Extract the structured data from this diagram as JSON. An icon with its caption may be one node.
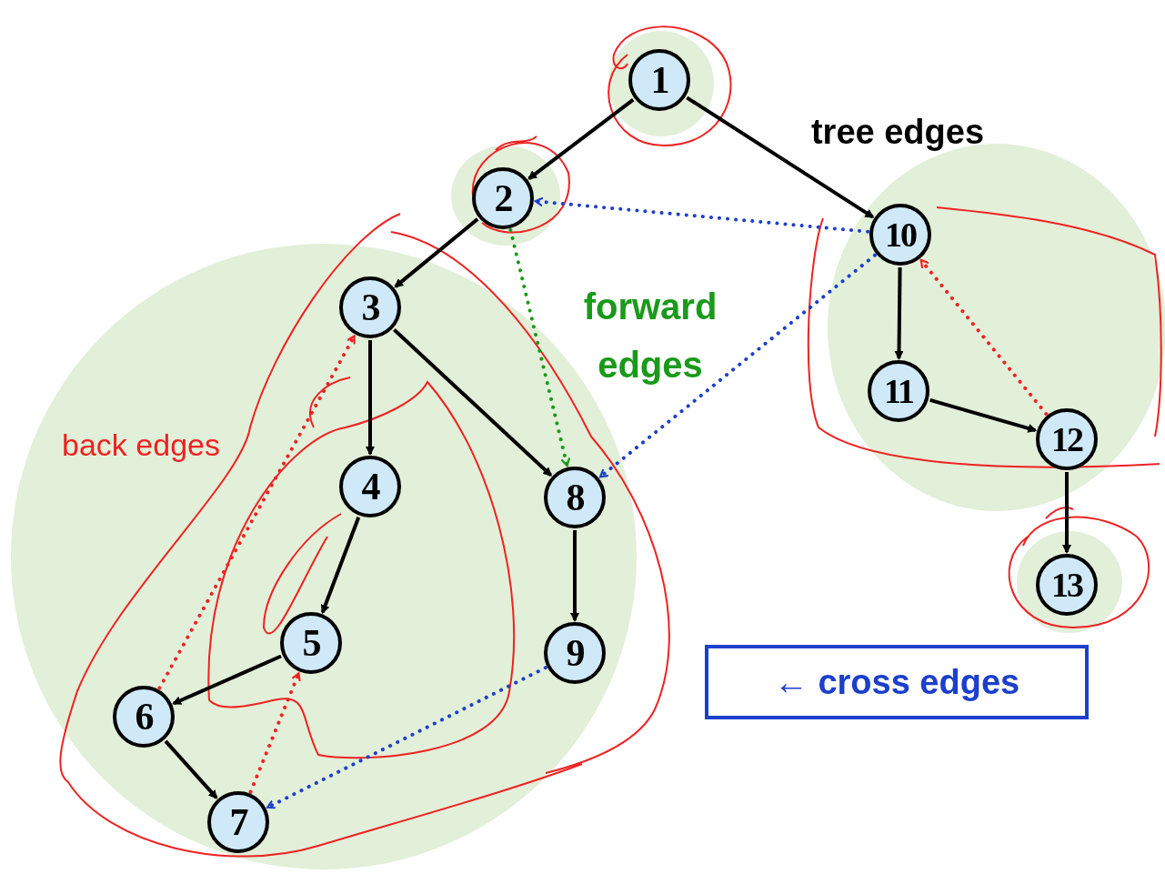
{
  "diagram": {
    "nodes": [
      {
        "text": [],
        "shape": "circle"
      },
      {
        "text": [
          "1"
        ],
        "in": 0
      },
      {
        "text": [],
        "shape": "circle"
      },
      {
        "text": [
          "2"
        ],
        "in": 2
      },
      {
        "text": [],
        "shape": "circle"
      },
      {
        "text": [
          "3"
        ],
        "in": 4
      },
      {
        "text": [
          "4"
        ],
        "in": 4
      },
      {
        "text": [
          "5"
        ],
        "in": 4
      },
      {
        "text": [
          "6"
        ],
        "in": 4
      },
      {
        "text": [
          "7"
        ],
        "in": 4
      },
      {
        "text": [
          "8"
        ],
        "in": 4
      },
      {
        "text": [
          "9"
        ],
        "in": 4
      },
      {
        "text": [],
        "shape": "circle"
      },
      {
        "text": [
          "10"
        ],
        "in": 12
      },
      {
        "text": [
          "11"
        ],
        "in": 12
      },
      {
        "text": [
          "12"
        ],
        "in": 12
      },
      {
        "text": [],
        "shape": "circle"
      },
      {
        "text": [
          "13"
        ],
        "in": 16
      },
      {
        "text": [
          "← cross edges"
        ]
      }
    ],
    "edges": [
      {
        "from": 1,
        "to": 3,
        "arrow": "to"
      },
      {
        "from": 1,
        "to": 13,
        "arrow": "to"
      },
      {
        "from": 3,
        "to": 5,
        "arrow": "to"
      },
      {
        "from": 5,
        "to": 6,
        "arrow": "to"
      },
      {
        "from": 5,
        "to": 10,
        "arrow": "to"
      },
      {
        "from": 6,
        "to": 7,
        "arrow": "to"
      },
      {
        "from": 7,
        "to": 8,
        "arrow": "to"
      },
      {
        "from": 8,
        "to": 9,
        "arrow": "to"
      },
      {
        "from": 10,
        "to": 11,
        "arrow": "to"
      },
      {
        "from": 13,
        "to": 14,
        "arrow": "to"
      },
      {
        "from": 14,
        "to": 15,
        "arrow": "to"
      },
      {
        "from": 15,
        "to": 17,
        "arrow": "to"
      },
      {
        "from": 3,
        "to": 10,
        "arrow": "to",
        "style": "dashed",
        "color": "#1a9a1a"
      },
      {
        "from": 13,
        "to": 3,
        "arrow": "to",
        "style": "dashed",
        "color": "#1c3fcc"
      },
      {
        "from": 13,
        "to": 10,
        "arrow": "to",
        "style": "dashed",
        "color": "#1c3fcc"
      },
      {
        "from": 11,
        "to": 9,
        "arrow": "to",
        "style": "dashed",
        "color": "#1c3fcc"
      },
      {
        "from": 8,
        "to": 5,
        "arrow": "to",
        "style": "dashed",
        "color": "#ee2222"
      },
      {
        "from": 9,
        "to": 7,
        "arrow": "to",
        "style": "dashed",
        "color": "#ee2222"
      },
      {
        "from": 15,
        "to": 13,
        "arrow": "to",
        "style": "dashed",
        "color": "#ee2222"
      }
    ],
    "labels": [
      "tree edges",
      "forward edges",
      "back edges"
    ]
  }
}
